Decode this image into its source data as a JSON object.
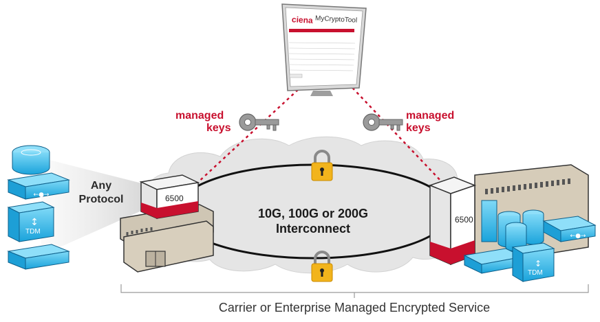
{
  "monitor": {
    "brand": "ciena",
    "app_title": "MyCryptoTool"
  },
  "labels": {
    "managed_keys_left": [
      "managed",
      "keys"
    ],
    "managed_keys_right": [
      "managed",
      "keys"
    ],
    "any_protocol": [
      "Any",
      "Protocol"
    ],
    "interconnect": [
      "10G, 100G or 200G",
      "Interconnect"
    ],
    "node_left": "6500",
    "node_right": "6500",
    "tdm_left": "TDM",
    "tdm_right": "TDM",
    "caption": "Carrier or Enterprise Managed Encrypted Service"
  },
  "colors": {
    "accent_red": "#c8102e",
    "cyan": "#2bb3e6",
    "cyan_dark": "#1088c0",
    "lock_gold": "#f2b41c",
    "key_gray": "#9a9a9a",
    "cloud": "#e6e6e6",
    "building": "#cfc6b4"
  },
  "icons": [
    "key-icon",
    "lock-icon",
    "monitor-icon",
    "router-icon",
    "switch-icon",
    "building-icon",
    "cloud-icon"
  ]
}
